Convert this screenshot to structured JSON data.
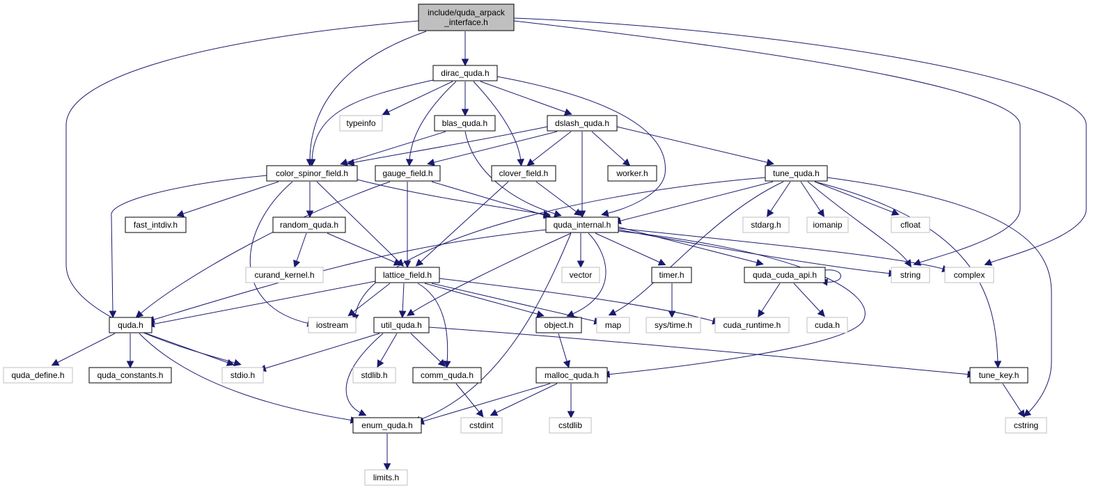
{
  "colors": {
    "edge": "#191970",
    "node_fill": "#ffffff",
    "node_border": "#000000",
    "external_border": "#bfbfbf",
    "root_fill": "#bfbfbf",
    "root_border": "#000000"
  },
  "nodes": {
    "root": {
      "lines": [
        "include/quda_arpack",
        "_interface.h"
      ],
      "kind": "root"
    },
    "dirac_quda": {
      "lines": [
        "dirac_quda.h"
      ],
      "kind": "internal"
    },
    "typeinfo": {
      "lines": [
        "typeinfo"
      ],
      "kind": "external"
    },
    "blas_quda": {
      "lines": [
        "blas_quda.h"
      ],
      "kind": "internal"
    },
    "dslash_quda": {
      "lines": [
        "dslash_quda.h"
      ],
      "kind": "internal"
    },
    "color_spinor_field": {
      "lines": [
        "color_spinor_field.h"
      ],
      "kind": "internal"
    },
    "gauge_field": {
      "lines": [
        "gauge_field.h"
      ],
      "kind": "internal"
    },
    "clover_field": {
      "lines": [
        "clover_field.h"
      ],
      "kind": "internal"
    },
    "worker": {
      "lines": [
        "worker.h"
      ],
      "kind": "internal"
    },
    "tune_quda": {
      "lines": [
        "tune_quda.h"
      ],
      "kind": "internal"
    },
    "fast_intdiv": {
      "lines": [
        "fast_intdiv.h"
      ],
      "kind": "internal"
    },
    "random_quda": {
      "lines": [
        "random_quda.h"
      ],
      "kind": "internal"
    },
    "quda_internal": {
      "lines": [
        "quda_internal.h"
      ],
      "kind": "internal"
    },
    "stdarg": {
      "lines": [
        "stdarg.h"
      ],
      "kind": "external"
    },
    "iomanip": {
      "lines": [
        "iomanip"
      ],
      "kind": "external"
    },
    "cfloat": {
      "lines": [
        "cfloat"
      ],
      "kind": "external"
    },
    "curand_kernel": {
      "lines": [
        "curand_kernel.h"
      ],
      "kind": "external"
    },
    "lattice_field": {
      "lines": [
        "lattice_field.h"
      ],
      "kind": "internal"
    },
    "vector": {
      "lines": [
        "vector"
      ],
      "kind": "external"
    },
    "timer": {
      "lines": [
        "timer.h"
      ],
      "kind": "internal"
    },
    "quda_cuda_api": {
      "lines": [
        "quda_cuda_api.h"
      ],
      "kind": "internal"
    },
    "string": {
      "lines": [
        "string"
      ],
      "kind": "external"
    },
    "complex": {
      "lines": [
        "complex"
      ],
      "kind": "external"
    },
    "quda": {
      "lines": [
        "quda.h"
      ],
      "kind": "internal"
    },
    "iostream": {
      "lines": [
        "iostream"
      ],
      "kind": "external"
    },
    "util_quda": {
      "lines": [
        "util_quda.h"
      ],
      "kind": "internal"
    },
    "object": {
      "lines": [
        "object.h"
      ],
      "kind": "internal"
    },
    "map": {
      "lines": [
        "map"
      ],
      "kind": "external"
    },
    "sys_time": {
      "lines": [
        "sys/time.h"
      ],
      "kind": "external"
    },
    "cuda_runtime": {
      "lines": [
        "cuda_runtime.h"
      ],
      "kind": "external"
    },
    "cuda": {
      "lines": [
        "cuda.h"
      ],
      "kind": "external"
    },
    "quda_define": {
      "lines": [
        "quda_define.h"
      ],
      "kind": "external"
    },
    "quda_constants": {
      "lines": [
        "quda_constants.h"
      ],
      "kind": "internal"
    },
    "stdio": {
      "lines": [
        "stdio.h"
      ],
      "kind": "external"
    },
    "stdlib": {
      "lines": [
        "stdlib.h"
      ],
      "kind": "external"
    },
    "comm_quda": {
      "lines": [
        "comm_quda.h"
      ],
      "kind": "internal"
    },
    "malloc_quda": {
      "lines": [
        "malloc_quda.h"
      ],
      "kind": "internal"
    },
    "tune_key": {
      "lines": [
        "tune_key.h"
      ],
      "kind": "internal"
    },
    "enum_quda": {
      "lines": [
        "enum_quda.h"
      ],
      "kind": "internal"
    },
    "cstdint": {
      "lines": [
        "cstdint"
      ],
      "kind": "external"
    },
    "cstdlib": {
      "lines": [
        "cstdlib"
      ],
      "kind": "external"
    },
    "cstring": {
      "lines": [
        "cstring"
      ],
      "kind": "external"
    },
    "limits": {
      "lines": [
        "limits.h"
      ],
      "kind": "external"
    }
  },
  "edges": [
    [
      "root",
      "dirac_quda"
    ],
    [
      "root",
      "color_spinor_field"
    ],
    [
      "root",
      "stdio"
    ],
    [
      "root",
      "string"
    ],
    [
      "root",
      "complex"
    ],
    [
      "dirac_quda",
      "typeinfo"
    ],
    [
      "dirac_quda",
      "blas_quda"
    ],
    [
      "dirac_quda",
      "dslash_quda"
    ],
    [
      "dirac_quda",
      "color_spinor_field"
    ],
    [
      "dirac_quda",
      "gauge_field"
    ],
    [
      "dirac_quda",
      "clover_field"
    ],
    [
      "dirac_quda",
      "quda_internal"
    ],
    [
      "blas_quda",
      "color_spinor_field"
    ],
    [
      "blas_quda",
      "quda_internal"
    ],
    [
      "dslash_quda",
      "color_spinor_field"
    ],
    [
      "dslash_quda",
      "gauge_field"
    ],
    [
      "dslash_quda",
      "clover_field"
    ],
    [
      "dslash_quda",
      "worker"
    ],
    [
      "dslash_quda",
      "tune_quda"
    ],
    [
      "dslash_quda",
      "quda_internal"
    ],
    [
      "color_spinor_field",
      "quda"
    ],
    [
      "color_spinor_field",
      "fast_intdiv"
    ],
    [
      "color_spinor_field",
      "random_quda"
    ],
    [
      "color_spinor_field",
      "lattice_field"
    ],
    [
      "color_spinor_field",
      "quda_internal"
    ],
    [
      "color_spinor_field",
      "iostream"
    ],
    [
      "gauge_field",
      "quda"
    ],
    [
      "gauge_field",
      "lattice_field"
    ],
    [
      "gauge_field",
      "quda_internal"
    ],
    [
      "clover_field",
      "lattice_field"
    ],
    [
      "clover_field",
      "quda_internal"
    ],
    [
      "tune_quda",
      "quda_internal"
    ],
    [
      "tune_quda",
      "stdarg"
    ],
    [
      "tune_quda",
      "iomanip"
    ],
    [
      "tune_quda",
      "cfloat"
    ],
    [
      "tune_quda",
      "string"
    ],
    [
      "tune_quda",
      "map"
    ],
    [
      "tune_quda",
      "iostream"
    ],
    [
      "tune_quda",
      "tune_key"
    ],
    [
      "tune_quda",
      "cstring"
    ],
    [
      "random_quda",
      "curand_kernel"
    ],
    [
      "random_quda",
      "lattice_field"
    ],
    [
      "quda_internal",
      "quda"
    ],
    [
      "quda_internal",
      "vector"
    ],
    [
      "quda_internal",
      "timer"
    ],
    [
      "quda_internal",
      "quda_cuda_api"
    ],
    [
      "quda_internal",
      "string"
    ],
    [
      "quda_internal",
      "complex"
    ],
    [
      "quda_internal",
      "util_quda"
    ],
    [
      "quda_internal",
      "object"
    ],
    [
      "quda_internal",
      "enum_quda"
    ],
    [
      "quda_internal",
      "malloc_quda"
    ],
    [
      "lattice_field",
      "quda"
    ],
    [
      "lattice_field",
      "iostream"
    ],
    [
      "lattice_field",
      "util_quda"
    ],
    [
      "lattice_field",
      "object"
    ],
    [
      "lattice_field",
      "map"
    ],
    [
      "lattice_field",
      "cuda_runtime"
    ],
    [
      "lattice_field",
      "comm_quda"
    ],
    [
      "timer",
      "sys_time"
    ],
    [
      "quda_cuda_api",
      "quda_cuda_api"
    ],
    [
      "quda_cuda_api",
      "cuda_runtime"
    ],
    [
      "quda_cuda_api",
      "cuda"
    ],
    [
      "quda",
      "quda_define"
    ],
    [
      "quda",
      "quda_constants"
    ],
    [
      "quda",
      "stdio"
    ],
    [
      "quda",
      "enum_quda"
    ],
    [
      "util_quda",
      "stdio"
    ],
    [
      "util_quda",
      "stdlib"
    ],
    [
      "util_quda",
      "comm_quda"
    ],
    [
      "util_quda",
      "enum_quda"
    ],
    [
      "util_quda",
      "tune_key"
    ],
    [
      "object",
      "malloc_quda"
    ],
    [
      "malloc_quda",
      "enum_quda"
    ],
    [
      "malloc_quda",
      "cstdint"
    ],
    [
      "malloc_quda",
      "cstdlib"
    ],
    [
      "comm_quda",
      "cstdint"
    ],
    [
      "tune_key",
      "cstring"
    ],
    [
      "enum_quda",
      "limits"
    ]
  ]
}
